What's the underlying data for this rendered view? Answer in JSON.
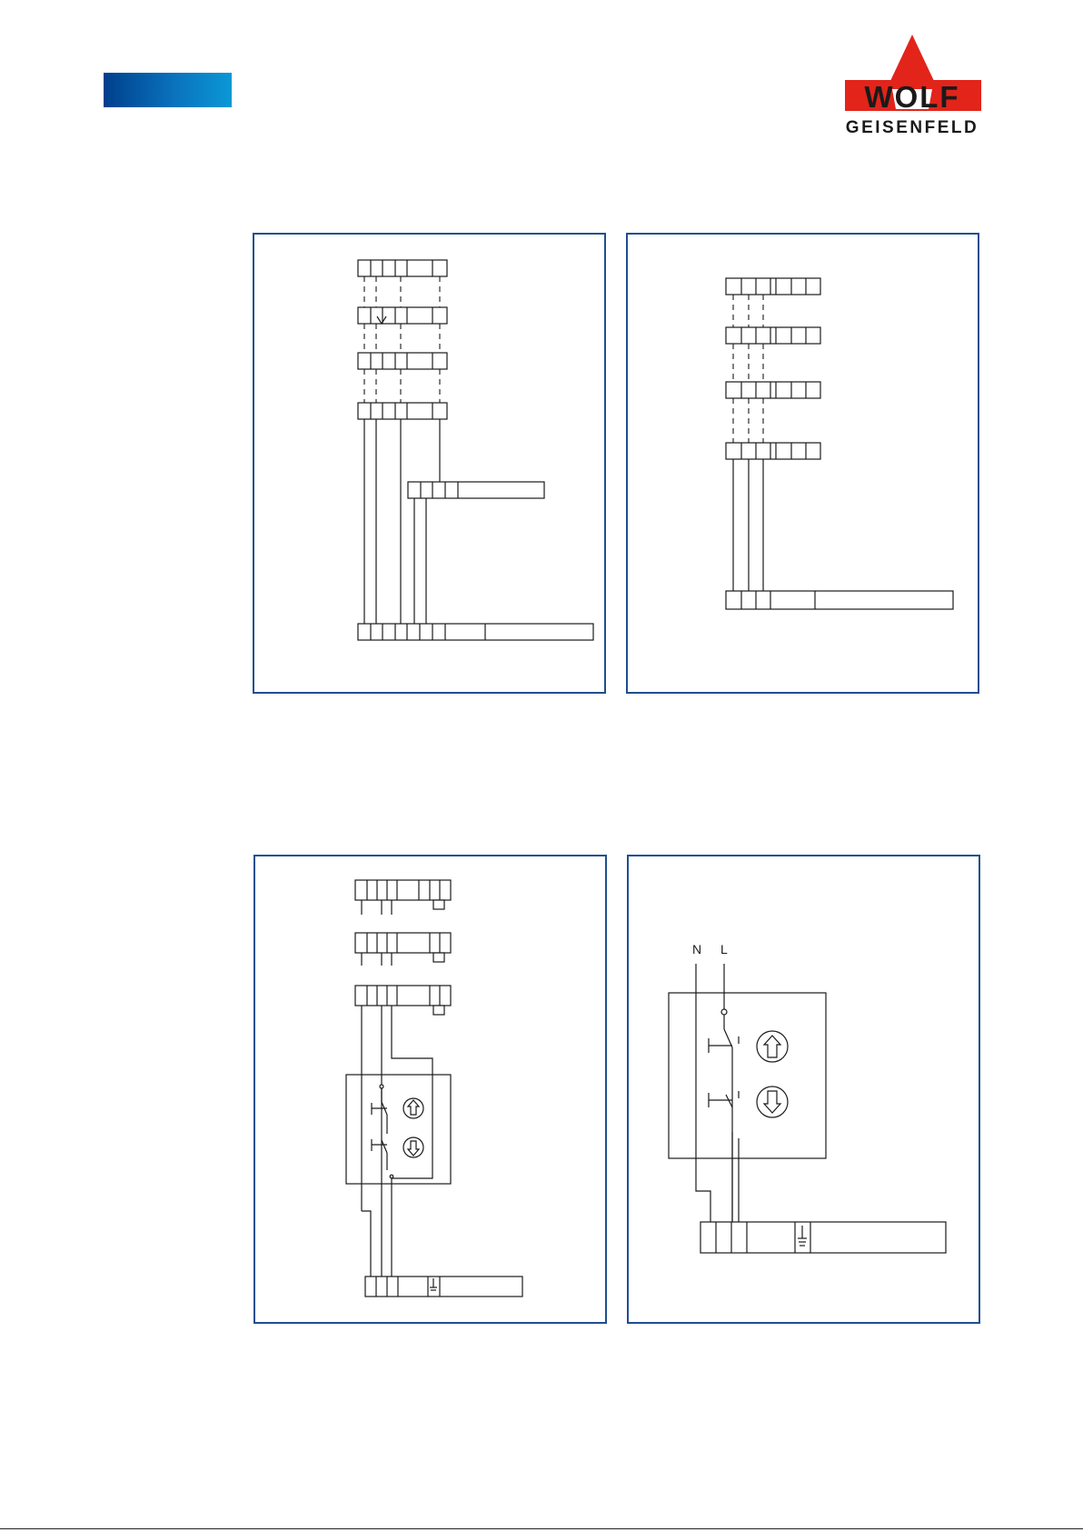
{
  "brand": {
    "logo_text": "WOLF",
    "logo_subtext": "GEISENFELD",
    "colors": {
      "bar_start": "#003f8c",
      "bar_end": "#0a98d6",
      "logo_red": "#e2241b",
      "logo_grey": "#9a9a9a",
      "panel_border": "#1f4e8f"
    }
  },
  "diagrams": [
    {
      "id": "diagram-1",
      "labels": []
    },
    {
      "id": "diagram-2",
      "labels": []
    },
    {
      "id": "diagram-3",
      "labels": [],
      "symbols": [
        "arrow-up-icon",
        "arrow-down-icon",
        "ground-icon"
      ]
    },
    {
      "id": "diagram-4",
      "labels": [
        "N",
        "L"
      ],
      "symbols": [
        "arrow-up-icon",
        "arrow-down-icon",
        "ground-icon"
      ]
    }
  ]
}
